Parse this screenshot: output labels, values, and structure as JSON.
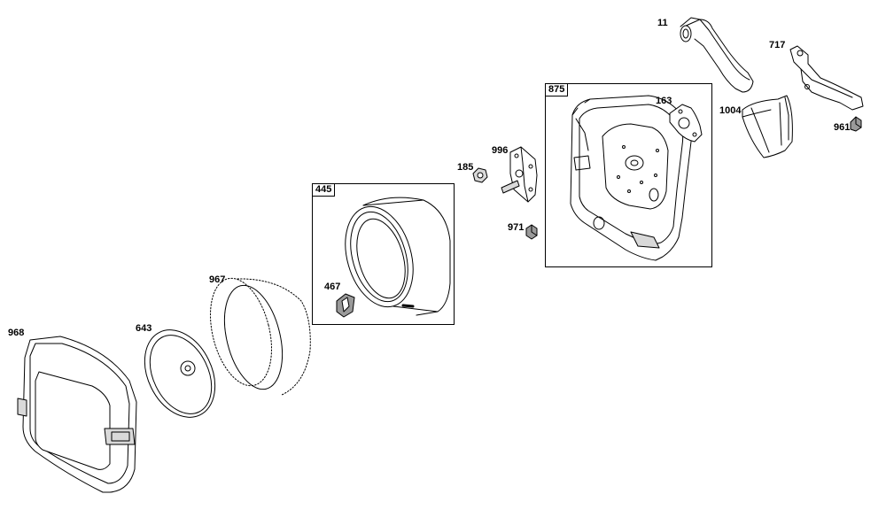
{
  "colors": {
    "line": "#000000",
    "part_fill": "#ffffff",
    "shade": "#d9d9d9",
    "dark_shade": "#9a9a9a"
  },
  "groups": [
    {
      "id": "445"
    },
    {
      "id": "875"
    }
  ],
  "parts": {
    "p11": "11",
    "p717": "717",
    "p163": "163",
    "p1004": "1004",
    "p961": "961",
    "p996": "996",
    "p185": "185",
    "p971": "971",
    "p467": "467",
    "p967": "967",
    "p643": "643",
    "p968": "968"
  }
}
